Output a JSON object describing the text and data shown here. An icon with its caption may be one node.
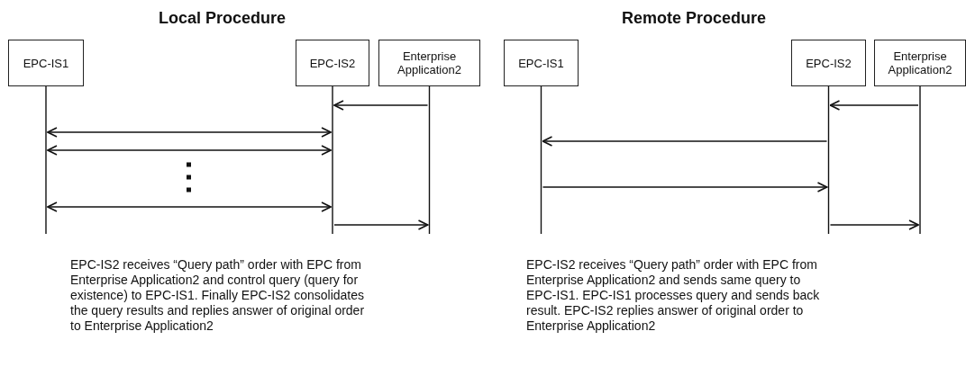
{
  "diagram": {
    "nodes": [
      {
        "text": [
          "EPC-IS1"
        ]
      },
      {
        "text": [
          "EPC-IS2"
        ]
      },
      {
        "text": [
          "Enterprise Application2"
        ]
      },
      {
        "text": [
          "EPC-IS1"
        ]
      },
      {
        "text": [
          "EPC-IS2"
        ]
      },
      {
        "text": [
          "Enterprise Application2"
        ]
      }
    ],
    "edges": [
      {
        "from": 2,
        "to": 1,
        "arrow": "to"
      },
      {
        "from": 0,
        "to": 1,
        "arrow": "both"
      },
      {
        "from": 0,
        "to": 1,
        "arrow": "both"
      },
      {
        "from": 0,
        "to": 1,
        "arrow": "both"
      },
      {
        "from": 1,
        "to": 2,
        "arrow": "to"
      },
      {
        "from": 5,
        "to": 4,
        "arrow": "to"
      },
      {
        "from": 4,
        "to": 3,
        "arrow": "to"
      },
      {
        "from": 3,
        "to": 4,
        "arrow": "to"
      },
      {
        "from": 4,
        "to": 5,
        "arrow": "to"
      }
    ],
    "labels": [
      "Local Procedure",
      "Remote Procedure",
      "EPC-IS2 receives “Query path” order with EPC from Enterprise Application2 and control query (query for existence)  to EPC-IS1. Finally EPC-IS2 consolidates the query results and replies answer of original order to Enterprise Application2",
      "EPC-IS2 receives “Query path” order with EPC from Enterprise Application2 and sends same query to EPC-IS1. EPC-IS1 processes query and sends back result. EPC-IS2 replies answer of original order to Enterprise Application2"
    ]
  }
}
